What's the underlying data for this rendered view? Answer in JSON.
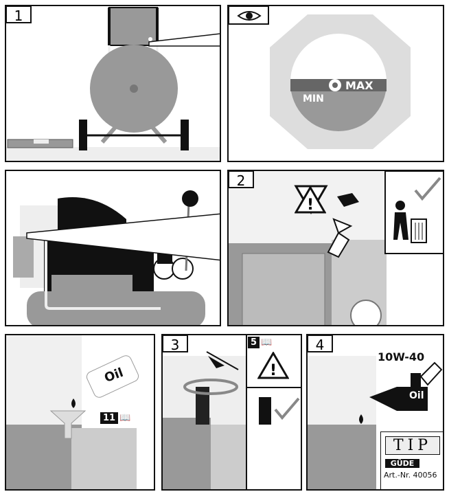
{
  "panels": {
    "p1": {
      "number": "1"
    },
    "p1b": {
      "gauge": {
        "max_label": "MAX",
        "min_label": "MIN"
      }
    },
    "p2": {
      "number": "2"
    },
    "p3a": {
      "label_oil": "Oil",
      "badge": "11"
    },
    "p3": {
      "number": "3",
      "badge": "5"
    },
    "p4": {
      "number": "4",
      "oil_grade": "10W-40",
      "label_oil": "Oil"
    }
  },
  "tip": {
    "title": "TIP",
    "brand": "GÜDE",
    "article": "Art.-Nr. 40056"
  },
  "icons": [
    "eye-icon",
    "warning-icon",
    "recycle-bin-icon",
    "checkmark-icon",
    "book-icon"
  ]
}
